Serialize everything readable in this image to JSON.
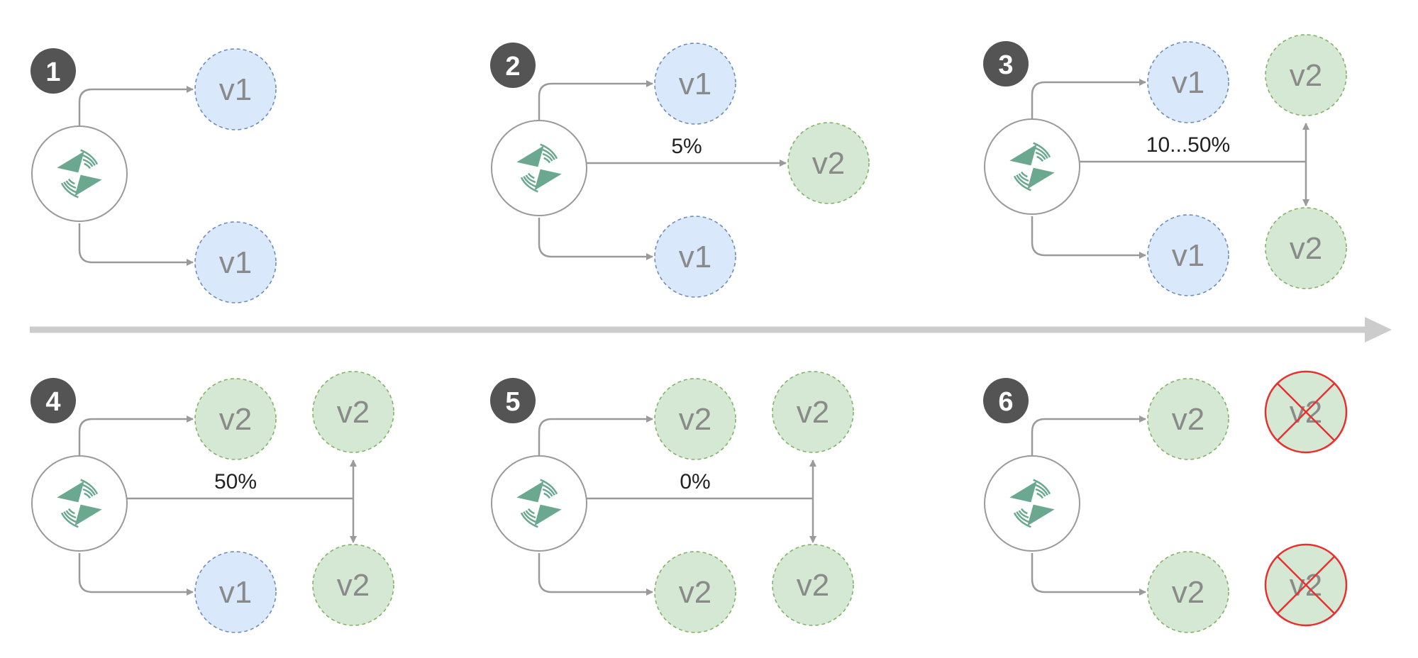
{
  "colors": {
    "v1_fill": "#dae8fc",
    "v1_stroke": "#6c8ebf",
    "v2_fill": "#d5e8d4",
    "v2_stroke": "#82b366",
    "removed_stroke": "#e8302e",
    "badge": "#545454",
    "connector": "#9a9a9a",
    "timeline": "#cccccc",
    "logo": "#6aa88f"
  },
  "steps": [
    {
      "number": "1",
      "weight": "",
      "top": "v1",
      "bottom": "v1",
      "right_top": "",
      "right_bottom": "",
      "middle": ""
    },
    {
      "number": "2",
      "weight": "5%",
      "top": "v1",
      "bottom": "v1",
      "right_top": "",
      "right_bottom": "",
      "middle": "v2"
    },
    {
      "number": "3",
      "weight": "10...50%",
      "top": "v1",
      "bottom": "v1",
      "right_top": "v2",
      "right_bottom": "v2",
      "middle": ""
    },
    {
      "number": "4",
      "weight": "50%",
      "top": "v2",
      "bottom": "v1",
      "right_top": "v2",
      "right_bottom": "v2",
      "middle": ""
    },
    {
      "number": "5",
      "weight": "0%",
      "top": "v2",
      "bottom": "v2",
      "right_top": "v2",
      "right_bottom": "v2",
      "middle": ""
    },
    {
      "number": "6",
      "weight": "",
      "top": "v2",
      "bottom": "v2",
      "right_top": "v2",
      "right_bottom": "v2",
      "middle": "",
      "right_removed": true
    }
  ]
}
